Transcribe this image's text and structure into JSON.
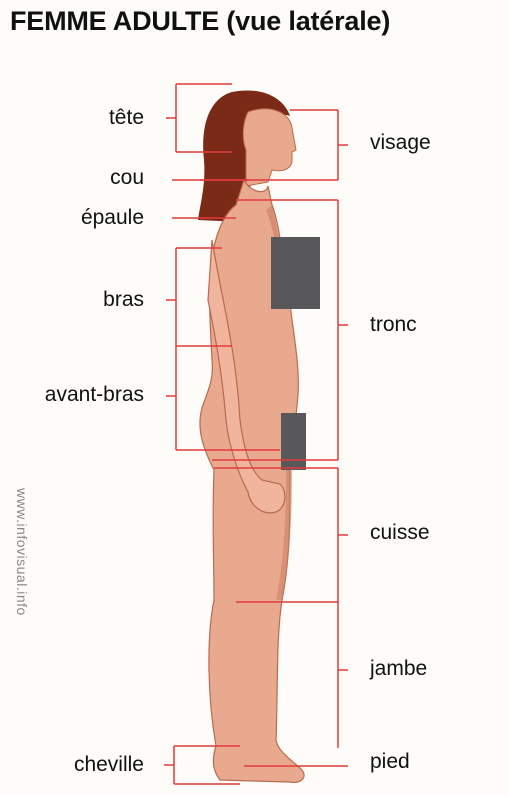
{
  "title": "FEMME ADULTE (vue latérale)",
  "labels_left": {
    "tete": "tête",
    "cou": "cou",
    "epaule": "épaule",
    "bras": "bras",
    "avant_bras": "avant-bras",
    "cheville": "cheville"
  },
  "labels_right": {
    "visage": "visage",
    "tronc": "tronc",
    "cuisse": "cuisse",
    "jambe": "jambe",
    "pied": "pied"
  },
  "watermark": "www.infovisual.info",
  "colors": {
    "skin": "#e8a98f",
    "skin_shadow": "#c9795c",
    "hair": "#7a2a16",
    "lines": "#e23b3b",
    "censor": "#58585a"
  }
}
